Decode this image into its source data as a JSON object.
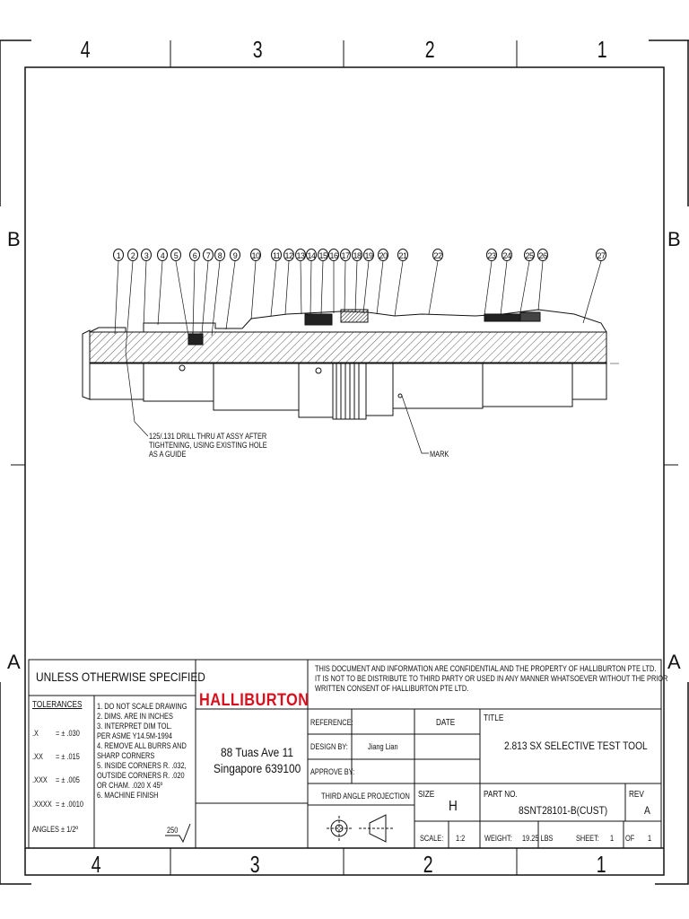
{
  "zones": {
    "cols": [
      "4",
      "3",
      "2",
      "1"
    ],
    "rows": [
      "B",
      "A"
    ]
  },
  "drawing": {
    "balloons": [
      "1",
      "2",
      "3",
      "4",
      "5",
      "6",
      "7",
      "8",
      "9",
      "10",
      "11",
      "12",
      "13",
      "14",
      "15",
      "16",
      "17",
      "18",
      "19",
      "20",
      "21",
      "22",
      "23",
      "24",
      "25",
      "26",
      "27"
    ],
    "note_drill": [
      "125/.131 DRILL THRU AT ASSY AFTER",
      "TIGHTENING, USING EXISTING HOLE",
      "AS A GUIDE"
    ],
    "note_mark": "MARK"
  },
  "titleblock": {
    "unless": "UNLESS OTHERWISE SPECIFIED",
    "tolerances_label": "TOLERANCES",
    "tolerances": [
      {
        "k": ".X",
        "v": "= ± .030"
      },
      {
        "k": ".XX",
        "v": "= ± .015"
      },
      {
        "k": ".XXX",
        "v": "= ± .005"
      },
      {
        "k": ".XXXX",
        "v": "= ± .0010"
      }
    ],
    "angles": "ANGLES  ± 1/2º",
    "notes": [
      "1. DO NOT SCALE DRAWING",
      "2. DIMS. ARE IN INCHES",
      "3. INTERPRET DIM TOL.",
      "   PER ASME Y14.5M-1994",
      "4. REMOVE ALL BURRS AND",
      "   SHARP CORNERS",
      "5. INSIDE CORNERS R. .032,",
      "   OUTSIDE CORNERS R. .020",
      "   OR CHAM. .020 X 45º",
      "6. MACHINE FINISH"
    ],
    "finish": "250",
    "company": "HALLIBURTON",
    "address1": "88 Tuas Ave 11",
    "address2": "Singapore 639100",
    "confidential": [
      "THIS DOCUMENT AND INFORMATION ARE CONFIDENTIAL AND THE PROPERTY OF HALLIBURTON  PTE LTD.",
      "IT IS NOT TO BE DISTRIBUTE TO THIRD PARTY OR USED IN ANY MANNER WHATSOEVER WITHOUT THE PRIOR",
      "WRITTEN CONSENT OF HALLIBURTON PTE LTD."
    ],
    "reference_label": "REFERENCE:",
    "date_label": "DATE",
    "design_label": "DESIGN BY:",
    "design_value": "Jiang Lian",
    "approve_label": "APPROVE BY:",
    "projection_label": "THIRD ANGLE PROJECTION",
    "title_label": "TITLE",
    "title_value": "2.813 SX SELECTIVE TEST TOOL",
    "size_label": "SIZE",
    "size_value": "H",
    "partno_label": "PART NO.",
    "partno_value": "8SNT28101-B(CUST)",
    "rev_label": "REV",
    "rev_value": "A",
    "scale_label": "SCALE:",
    "scale_value": "1:2",
    "weight_label": "WEIGHT:",
    "weight_value": "19.25 LBS",
    "sheet_label": "SHEET:",
    "sheet_value": "1",
    "of_label": "OF",
    "of_value": "1"
  }
}
